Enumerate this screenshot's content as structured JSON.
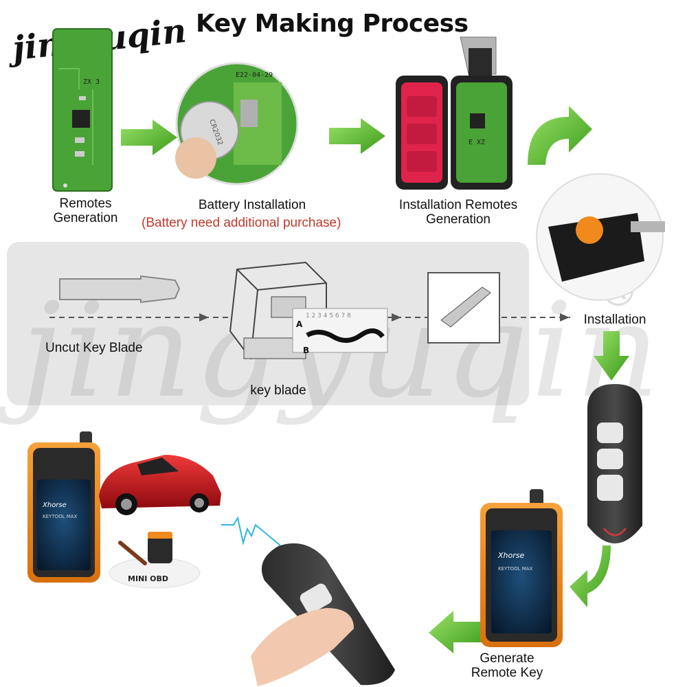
{
  "title": "Key Making Process",
  "brand": "jingyuqin",
  "watermark": "jingyuqin",
  "registered_mark": "®",
  "steps": {
    "remotes_generation": "Remotes\nGeneration",
    "battery_installation": "Battery Installation",
    "battery_note": "(Battery need additional purchase)",
    "installation_remotes_generation": "Installation Remotes\nGeneration",
    "installation": "Installation",
    "uncut_key_blade": "Uncut Key  Blade",
    "key_blade": "key blade",
    "generate_remote_key": "Generate\nRemote Key"
  },
  "pcb": {
    "marks_1": "ZX  3",
    "date_code": "E22-04-29",
    "battery_text": "CR2032",
    "marks_3": "E  XZ"
  },
  "blade_diagram": {
    "side_a": "A",
    "side_b": "B",
    "cut_numbers": "1 2 3 4 5 6 7 8"
  },
  "device": {
    "brand": "Xhorse",
    "model": "KEYTOOL MAX",
    "obd_label": "MINI OBD"
  },
  "colors": {
    "arrow_green": "#5cc128",
    "pcb_green": "#4aa336",
    "device_orange": "#f08a1c",
    "car_red": "#d1141b",
    "note_red": "#c0392b",
    "panel_gray": "#e6e6e6"
  }
}
